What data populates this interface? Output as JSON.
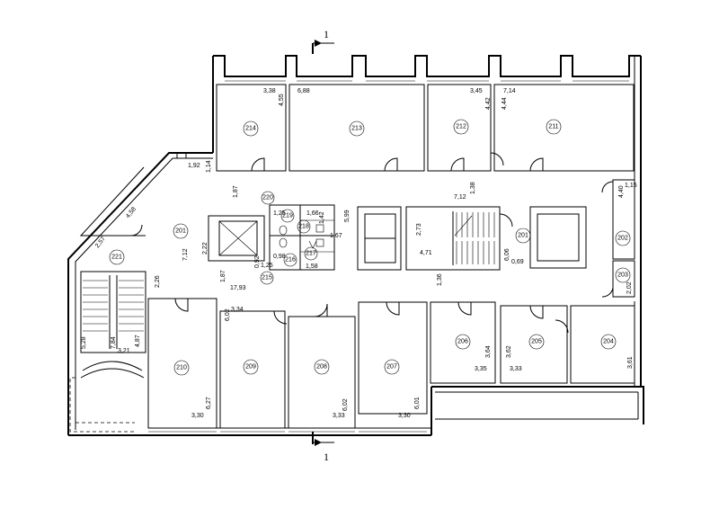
{
  "section_mark": "1",
  "rooms": {
    "r214": "214",
    "r213": "213",
    "r212": "212",
    "r211": "211",
    "r201a": "201",
    "r201b": "201",
    "r202": "202",
    "r203": "203",
    "r204": "204",
    "r205": "205",
    "r206": "206",
    "r207": "207",
    "r208": "208",
    "r209": "209",
    "r210": "210",
    "r215": "215",
    "r216": "216",
    "r217": "217",
    "r218": "218",
    "r219": "219",
    "r220": "220",
    "r221": "221"
  },
  "dims": {
    "d338": "3,38",
    "d455": "4,55",
    "d688": "6,88",
    "d345": "3,45",
    "d442": "4,42",
    "d714a": "7,14",
    "d444": "4,44",
    "d192": "1,92",
    "d114": "1,14",
    "d187a": "1,87",
    "d712a": "7,12",
    "d138": "1,38",
    "d115": "1,15",
    "d440": "4,40",
    "d125a": "1,25",
    "d166": "1,66",
    "d142": "1,42",
    "d599": "5,99",
    "d167": "1,67",
    "d273": "2,73",
    "d471": "4,71",
    "d606": "6,06",
    "d069": "0,69",
    "d257": "2,57",
    "d458": "4,58",
    "d712b": "7,12",
    "d222": "2,22",
    "d226": "2,26",
    "d187b": "1,87",
    "d1793": "17,93",
    "d092": "0,92",
    "d125b": "1,25",
    "d098": "0,98",
    "d158": "1,58",
    "d136": "1,36",
    "d202": "2,02",
    "d602a": "6,02",
    "d334": "3,34",
    "d364": "3,64",
    "d362": "3,62",
    "d361": "3,61",
    "d528": "5,28",
    "d784": "7,84",
    "d487": "4,87",
    "d321": "3,21",
    "d627": "6,27",
    "d330a": "3,30",
    "d602b": "6,02",
    "d333a": "3,33",
    "d601": "6,01",
    "d330b": "3,30",
    "d335": "3,35",
    "d333b": "3,33"
  }
}
